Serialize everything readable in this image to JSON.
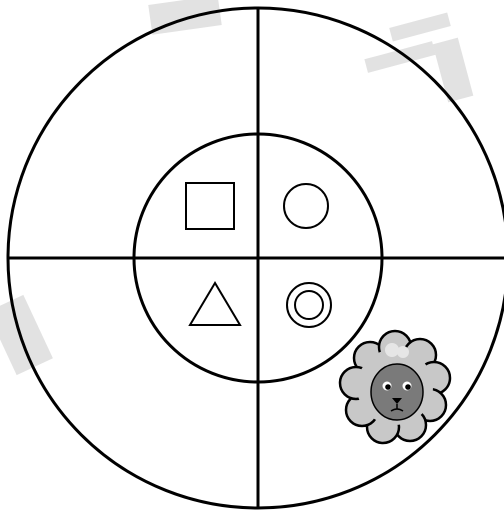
{
  "diagram": {
    "background": "#ffffff",
    "line_color": "#000000",
    "watermark_color": "#e2e2e2",
    "symbols": [
      {
        "name": "square",
        "quadrant": "top-left"
      },
      {
        "name": "circle",
        "quadrant": "top-right"
      },
      {
        "name": "triangle",
        "quadrant": "bottom-left"
      },
      {
        "name": "double-circle",
        "quadrant": "bottom-right"
      }
    ],
    "mascot": {
      "name": "sheep-icon",
      "wool_color": "#c8c8c8",
      "face_color": "#7a7a7a"
    }
  }
}
